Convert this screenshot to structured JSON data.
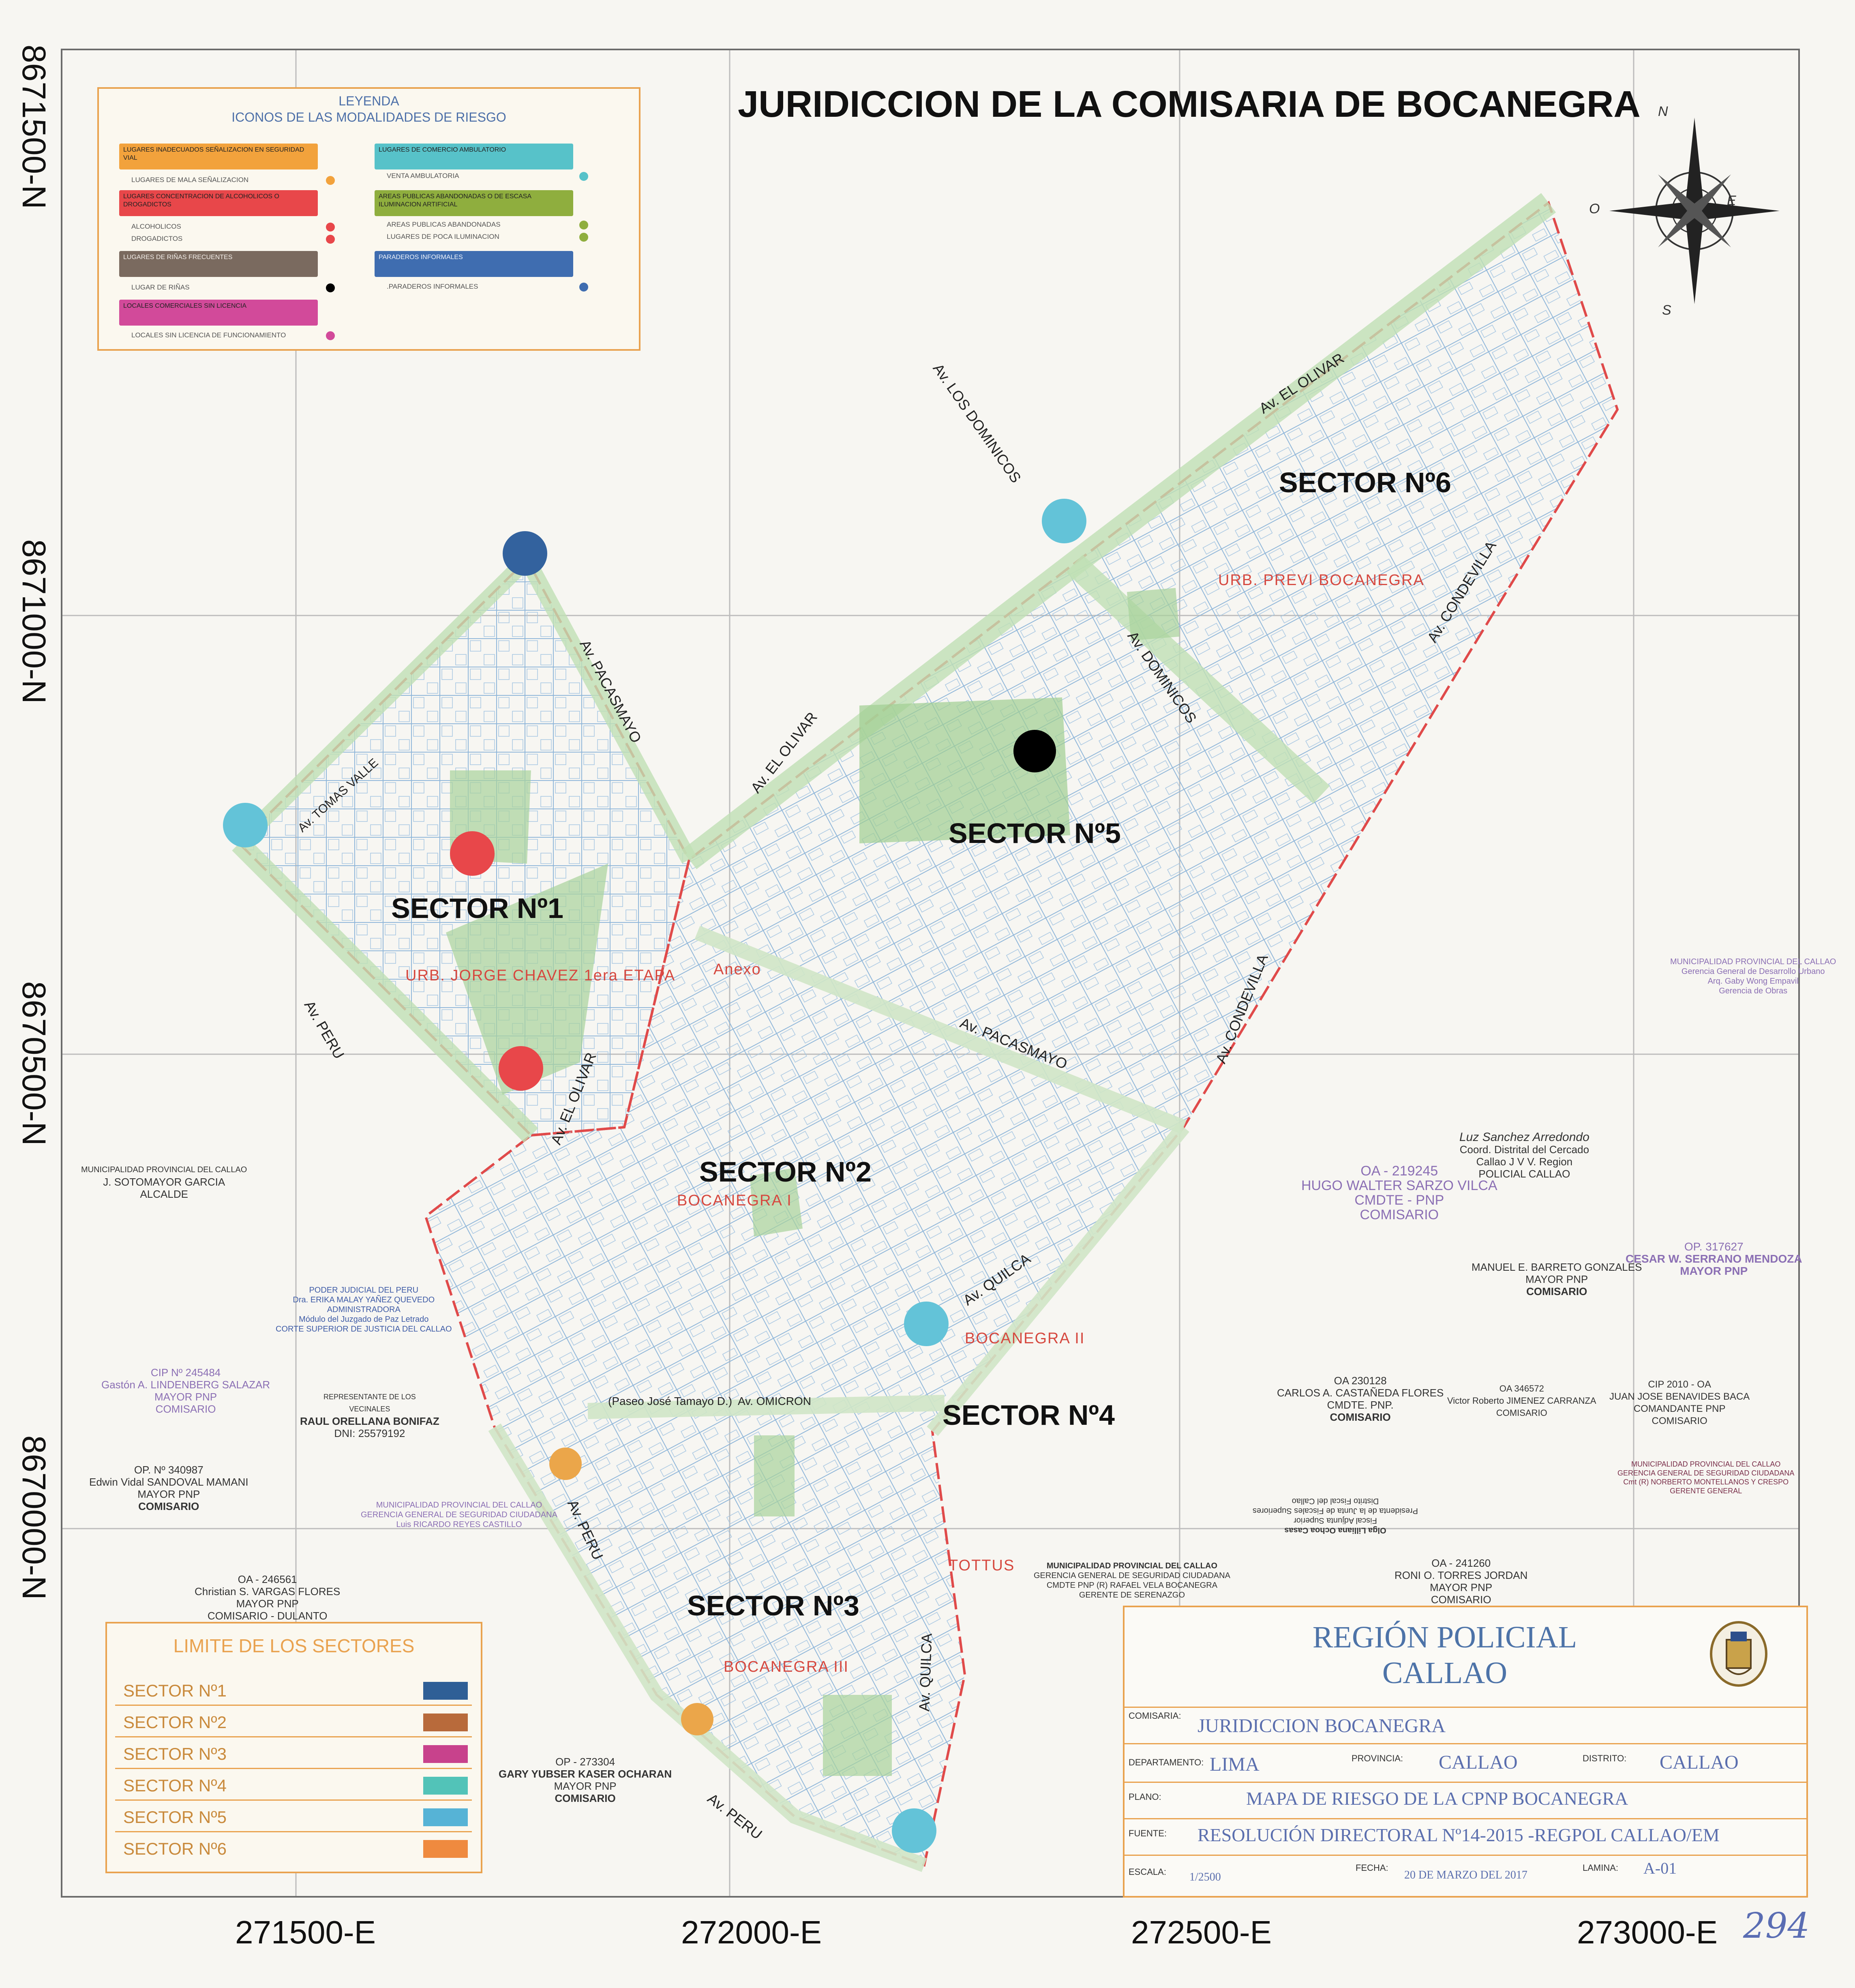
{
  "map": {
    "title": "JURIDICCION DE LA COMISARIA DE BOCANEGRA",
    "page_number": "294",
    "coords_y": [
      "8671500-N",
      "8671000-N",
      "8670500-N",
      "8670000-N"
    ],
    "coords_x": [
      "271500-E",
      "272000-E",
      "272500-E",
      "273000-E"
    ],
    "compass": {
      "n": "N",
      "s": "S",
      "e": "E",
      "o": "O"
    }
  },
  "legend": {
    "title": "LEYENDA",
    "subtitle": "ICONOS DE LAS MODALIDADES DE RIESGO",
    "groups": [
      {
        "band": "LUGARES INADECUADOS SEÑALIZACION EN SEGURIDAD VIAL",
        "band_color": "#f2a23c",
        "items": [
          {
            "label": "LUGARES DE MALA SEÑALIZACION",
            "dot": "#f2a23c"
          }
        ]
      },
      {
        "band": "LUGARES CONCENTRACION DE ALCOHOLICOS O DROGADICTOS",
        "band_color": "#e8474a",
        "items": [
          {
            "label": "ALCOHOLICOS",
            "dot": "#e8474a"
          },
          {
            "label": "DROGADICTOS",
            "dot": "#e8474a"
          }
        ]
      },
      {
        "band": "LUGARES DE RIÑAS FRECUENTES",
        "band_color": "#7a6a5f",
        "items": [
          {
            "label": "LUGAR DE RIÑAS",
            "dot": "#000000"
          }
        ]
      },
      {
        "band": "LOCALES COMERCIALES SIN LICENCIA",
        "band_color": "#d24a9a",
        "items": [
          {
            "label": "LOCALES SIN LICENCIA DE FUNCIONAMIENTO",
            "dot": "#d24a9a"
          }
        ]
      },
      {
        "band": "LUGARES DE COMERCIO AMBULATORIO",
        "band_color": "#57c2c9",
        "items": [
          {
            "label": "VENTA AMBULATORIA",
            "dot": "#57c2c9"
          }
        ]
      },
      {
        "band": "AREAS PUBLICAS ABANDONADAS O DE ESCASA ILUMINACION ARTIFICIAL",
        "band_color": "#8fae3e",
        "items": [
          {
            "label": "AREAS PUBLICAS ABANDONADAS",
            "dot": "#8fae3e"
          },
          {
            "label": "LUGARES DE POCA ILUMINACION",
            "dot": "#8fae3e"
          }
        ]
      },
      {
        "band": "PARADEROS INFORMALES",
        "band_color": "#3f6db0",
        "items": [
          {
            "label": ".PARADEROS INFORMALES",
            "dot": "#3f6db0"
          }
        ]
      }
    ]
  },
  "sector_limits": {
    "title": "LIMITE DE LOS SECTORES",
    "rows": [
      {
        "label": "SECTOR Nº1",
        "color": "#2f5f96"
      },
      {
        "label": "SECTOR Nº2",
        "color": "#b86a3b"
      },
      {
        "label": "SECTOR Nº3",
        "color": "#c8428c"
      },
      {
        "label": "SECTOR Nº4",
        "color": "#52c3b8"
      },
      {
        "label": "SECTOR Nº5",
        "color": "#56b3d6"
      },
      {
        "label": "SECTOR Nº6",
        "color": "#ef8a3f"
      }
    ]
  },
  "sectors": [
    "SECTOR Nº1",
    "SECTOR Nº2",
    "SECTOR Nº3",
    "SECTOR Nº4",
    "SECTOR Nº5",
    "SECTOR Nº6"
  ],
  "urbanizations": {
    "jorge_chavez": "URB. JORGE CHAVEZ 1era ETAPA",
    "anexo": "Anexo",
    "bocanegra_i": "BOCANEGRA I",
    "bocanegra_ii": "BOCANEGRA II",
    "bocanegra_iii": "BOCANEGRA III",
    "previ": "URB. PREVI BOCANEGRA",
    "tottus": "TOTTUS"
  },
  "streets": {
    "los_dominicos_top": "Av. LOS DOMINICOS",
    "el_olivar_ne": "Av. EL OLIVAR",
    "el_olivar_mid": "Av. EL OLIVAR",
    "el_olivar_sw": "Av. EL OLIVAR",
    "condevilla_ne": "Av. CONDEVILLA",
    "condevilla_mid": "Av. CONDEVILLA",
    "dominicos": "Av. DOMINICOS",
    "pacasmayo_n": "Av. PACASMAYO",
    "pacasmayo_mid": "Av. PACASMAYO",
    "tomas_valle": "Av. TOMAS VALLE",
    "peru_w": "Av. PERU",
    "peru_mid": "Av. PERU",
    "peru_s": "Av. PERU",
    "quilca_e": "Av. QUILCA",
    "quilca_s": "Av. QUILCA",
    "tamayo": "(Paseo José Tamayo D.)",
    "omicron": "Av. OMICRON"
  },
  "signatures": [
    {
      "lines": [
        "MUNICIPALIDAD PROVINCIAL DEL CALLAO",
        "Gerencia General de Desarrollo Urbano",
        "Arq. Gaby Wong Empavil",
        "Gerencia de Obras"
      ]
    },
    {
      "lines": [
        "Luz Sanchez Arredondo",
        "Coord. Distrital del Cercado",
        "Callao J V V. Region",
        "POLICIAL CALLAO"
      ]
    },
    {
      "lines": [
        "OA - 219245",
        "HUGO WALTER SARZO VILCA",
        "CMDTE - PNP",
        "COMISARIO"
      ]
    },
    {
      "lines": [
        "OP. 317627",
        "CESAR W. SERRANO MENDOZA",
        "MAYOR PNP"
      ]
    },
    {
      "lines": [
        "MANUEL E. BARRETO GONZALES",
        "MAYOR PNP",
        "COMISARIO"
      ]
    },
    {
      "lines": [
        "OA 230128",
        "CARLOS A. CASTAÑEDA FLORES",
        "CMDTE. PNP.",
        "COMISARIO"
      ]
    },
    {
      "lines": [
        "OA 346572",
        "Victor Roberto JIMENEZ CARRANZA",
        "COMISARIO"
      ]
    },
    {
      "lines": [
        "CIP 2010 - OA",
        "JUAN JOSE BENAVIDES BACA",
        "COMANDANTE PNP",
        "COMISARIO"
      ]
    },
    {
      "lines": [
        "MUNICIPALIDAD PROVINCIAL DEL CALLAO",
        "GERENCIA GENERAL DE SEGURIDAD CIUDADANA",
        "Cmt (R) NORBERTO MONTELLANOS Y CRESPO",
        "GERENTE GENERAL"
      ]
    },
    {
      "lines": [
        "OA - 241260",
        "RONI O. TORRES JORDAN",
        "MAYOR PNP",
        "COMISARIO"
      ]
    },
    {
      "lines": [
        "Olga Lilliana Ochoa Casas",
        "Fiscal Adjunta Superior",
        "Presidenta de la Junta de Fiscales Superiores",
        "Distrito Fiscal del Callao"
      ]
    },
    {
      "lines": [
        "MUNICIPALIDAD PROVINCIAL DEL CALLAO",
        "GERENCIA GENERAL DE SEGURIDAD CIUDADANA",
        "CMDTE PNP (R) RAFAEL VELA BOCANEGRA",
        "GERENTE DE SERENAZGO"
      ]
    },
    {
      "lines": [
        "MUNICIPALIDAD PROVINCIAL DEL CALLAO",
        "J. SOTOMAYOR GARCIA",
        "ALCALDE"
      ]
    },
    {
      "lines": [
        "PODER JUDICIAL DEL PERU",
        "Dra. ERIKA MALAY YAÑEZ QUEVEDO",
        "ADMINISTRADORA",
        "Módulo del Juzgado de Paz Letrado",
        "CORTE SUPERIOR DE JUSTICIA DEL CALLAO"
      ]
    },
    {
      "lines": [
        "CIP Nº 245484",
        "Gastón A. LINDENBERG SALAZAR",
        "MAYOR PNP",
        "COMISARIO"
      ]
    },
    {
      "lines": [
        "REPRESENTANTE DE LOS",
        "VECINALES",
        "RAUL ORELLANA BONIFAZ",
        "DNI: 25579192"
      ]
    },
    {
      "lines": [
        "OP. Nº 340987",
        "Edwin Vidal SANDOVAL MAMANI",
        "MAYOR PNP",
        "COMISARIO"
      ]
    },
    {
      "lines": [
        "MUNICIPALIDAD PROVINCIAL DEL CALLAO",
        "GERENCIA GENERAL DE SEGURIDAD CIUDADANA",
        "Luis RICARDO REYES CASTILLO"
      ]
    },
    {
      "lines": [
        "OA - 246561",
        "Christian S. VARGAS FLORES",
        "MAYOR PNP",
        "COMISARIO - DULANTO"
      ]
    },
    {
      "lines": [
        "OP - 273304",
        "GARY YUBSER KASER OCHARAN",
        "MAYOR PNP",
        "COMISARIO"
      ]
    }
  ],
  "title_block": {
    "region": "REGIÓN POLICIAL CALLAO",
    "comisaria_label": "COMISARIA:",
    "comisaria": "JURIDICCION BOCANEGRA",
    "departamento_label": "DEPARTAMENTO:",
    "departamento": "LIMA",
    "provincia_label": "PROVINCIA:",
    "provincia": "CALLAO",
    "distrito_label": "DISTRITO:",
    "distrito": "CALLAO",
    "plano_label": "PLANO:",
    "plano": "MAPA DE RIESGO DE LA CPNP BOCANEGRA",
    "fuente_label": "FUENTE:",
    "fuente": "RESOLUCIÓN DIRECTORAL Nº14-2015 -REGPOL CALLAO/EM",
    "escala_label": "ESCALA:",
    "escala": "1/2500",
    "fecha_label": "FECHA:",
    "fecha": "20 DE MARZO DEL 2017",
    "lamina_label": "LAMINA:",
    "lamina": "A-01"
  }
}
